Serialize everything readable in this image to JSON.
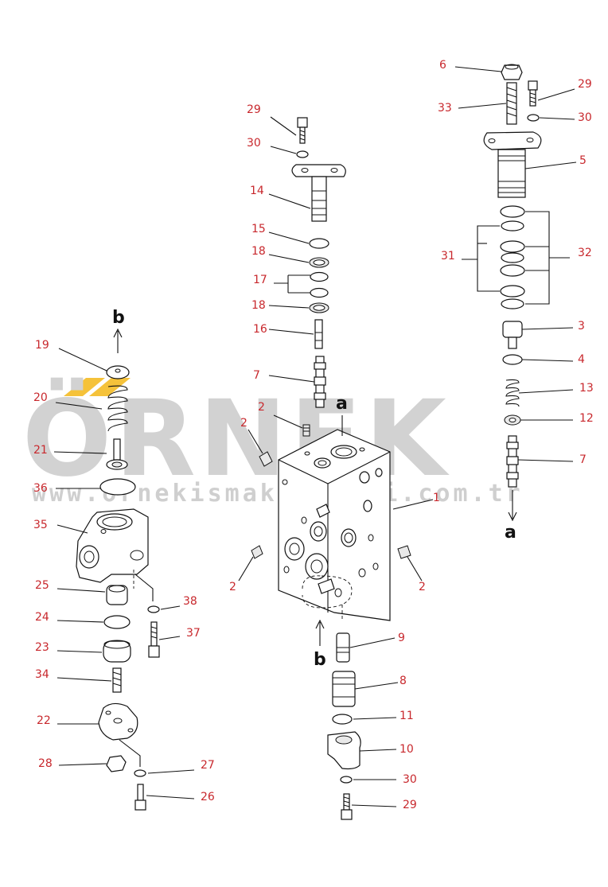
{
  "watermark": {
    "brand": "ÖRNEK",
    "url": "www.ornekismakinalari.com.tr",
    "accent_color": "#f5c23a"
  },
  "direction_markers": {
    "a": "a",
    "b": "b"
  },
  "callouts": {
    "c_29_center": "29",
    "c_30_center": "30",
    "c_14": "14",
    "c_15": "15",
    "c_18_top": "18",
    "c_17": "17",
    "c_18_bottom": "18",
    "c_16": "16",
    "c_7_center": "7",
    "c_2_top": "2",
    "c_2_left_top": "2",
    "c_1": "1",
    "c_2_left_bottom": "2",
    "c_2_right": "2",
    "c_9": "9",
    "c_8": "8",
    "c_11": "11",
    "c_10": "10",
    "c_30_bottom": "30",
    "c_29_bottom": "29",
    "c_6": "6",
    "c_33": "33",
    "c_29_right": "29",
    "c_30_right": "30",
    "c_5": "5",
    "c_31": "31",
    "c_32": "32",
    "c_3": "3",
    "c_4": "4",
    "c_13": "13",
    "c_12": "12",
    "c_7_right": "7",
    "c_19": "19",
    "c_20": "20",
    "c_21": "21",
    "c_36": "36",
    "c_35": "35",
    "c_25": "25",
    "c_38": "38",
    "c_24": "24",
    "c_37": "37",
    "c_23": "23",
    "c_34": "34",
    "c_22": "22",
    "c_28": "28",
    "c_27": "27",
    "c_26": "26"
  }
}
